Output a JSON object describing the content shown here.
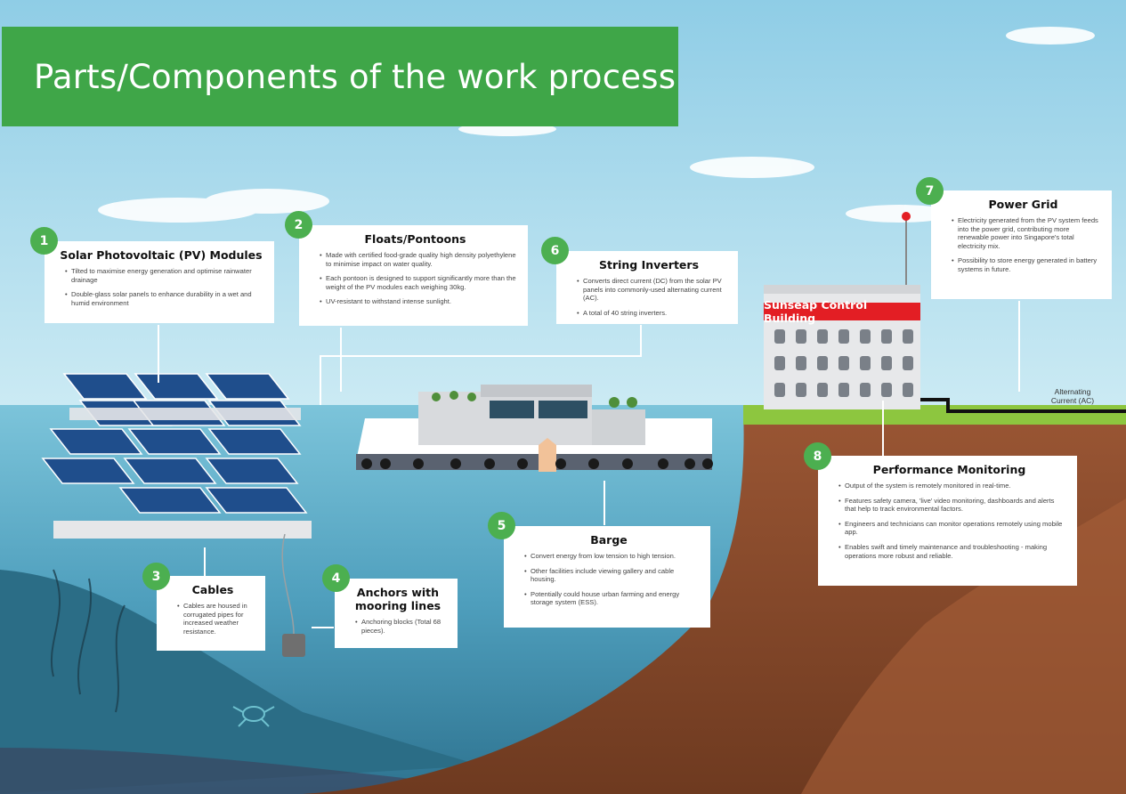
{
  "title": "Parts/Components of the work process",
  "colors": {
    "sky": "#a8d8ea",
    "water": "#4fa8c4",
    "deep_water": "#2f7a99",
    "soil": "#8b4a2b",
    "grass": "#8dc63f",
    "accent_green": "#3fa648",
    "badge_green": "#4caf50",
    "sign_red": "#e31e24"
  },
  "cards": [
    {
      "num": "1",
      "title": "Solar Photovoltaic (PV) Modules",
      "bullets": [
        "Tilted to maximise energy generation and optimise rainwater drainage",
        "Double-glass solar panels to enhance durability in a wet and humid environment"
      ]
    },
    {
      "num": "2",
      "title": "Floats/Pontoons",
      "bullets": [
        "Made with certified food-grade quality high density polyethylene to minimise impact on water quality.",
        "Each pontoon is designed to support significantly more than the weight of the PV modules each weighing 30kg.",
        "UV-resistant to withstand intense sunlight."
      ]
    },
    {
      "num": "3",
      "title": "Cables",
      "bullets": [
        "Cables are housed in corrugated pipes for increased weather resistance."
      ]
    },
    {
      "num": "4",
      "title": "Anchors with mooring lines",
      "bullets": [
        "Anchoring blocks (Total 68 pieces)."
      ]
    },
    {
      "num": "5",
      "title": "Barge",
      "bullets": [
        "Convert energy from low tension to high tension.",
        "Other facilities include viewing gallery and cable housing.",
        "Potentially could house urban farming and energy storage system (ESS)."
      ]
    },
    {
      "num": "6",
      "title": "String Inverters",
      "bullets": [
        "Converts direct current (DC) from the solar PV panels into commonly-used alternating current (AC).",
        "A total of 40 string inverters."
      ]
    },
    {
      "num": "7",
      "title": "Power Grid",
      "bullets": [
        "Electricity generated from the PV system feeds into the power grid, contributing more renewable power into Singapore's total electricity mix.",
        "Possibility to store energy generated in battery systems in future."
      ]
    },
    {
      "num": "8",
      "title": "Performance Monitoring",
      "bullets": [
        "Output of the system is remotely monitored in real-time.",
        "Features safety camera, 'live' video monitoring, dashboards and alerts that help to track environmental factors.",
        "Engineers and technicians can monitor operations remotely using mobile app.",
        "Enables swift and timely maintenance and troubleshooting - making operations more robust and reliable."
      ]
    }
  ],
  "building_sign": "Sunseap Control Building",
  "ac_label_line1": "Alternating",
  "ac_label_line2": "Current (AC)"
}
